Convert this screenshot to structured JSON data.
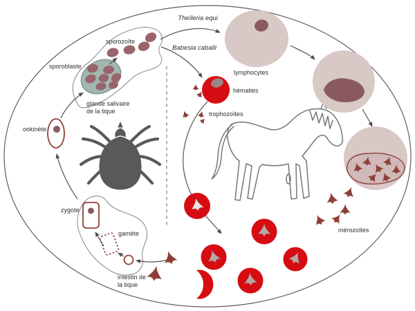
{
  "labels": {
    "theileria": "Theïleria equi",
    "babesia": "Babesia caballi",
    "sporozoite": "sporozoïte",
    "sporoblaste": "sporoblaste",
    "salivary_line1": "glande salivaire",
    "salivary_line2": "de la tique",
    "ookinete": "ookinète",
    "zygote": "zygote",
    "gamete": "gamète",
    "gut_line1": "intestin de",
    "gut_line2": "la tique",
    "lymphocytes": "lymphocytes",
    "hematies": "hématies",
    "trophozoites": "trophozoïtes",
    "merozoites": "mérozoïtes"
  },
  "colors": {
    "red": "#d50d12",
    "cell": "#d8c8c6",
    "nucleus": "#8a5a60",
    "mauve": "#99646b",
    "teal": "#a4b6b0",
    "teal-stroke": "#7e948e",
    "darkred": "#8e4038",
    "graytri": "#b3a8a6",
    "whitetri": "#e8e2e0",
    "bean": "#d0b9b8",
    "troph": "#9d8487",
    "tick": "#595959",
    "horse": "#757575",
    "arrow": "#4f4f4f",
    "blob": "#8f8f8f",
    "border": "#5c5c5c",
    "text": "#2d2d2d"
  }
}
